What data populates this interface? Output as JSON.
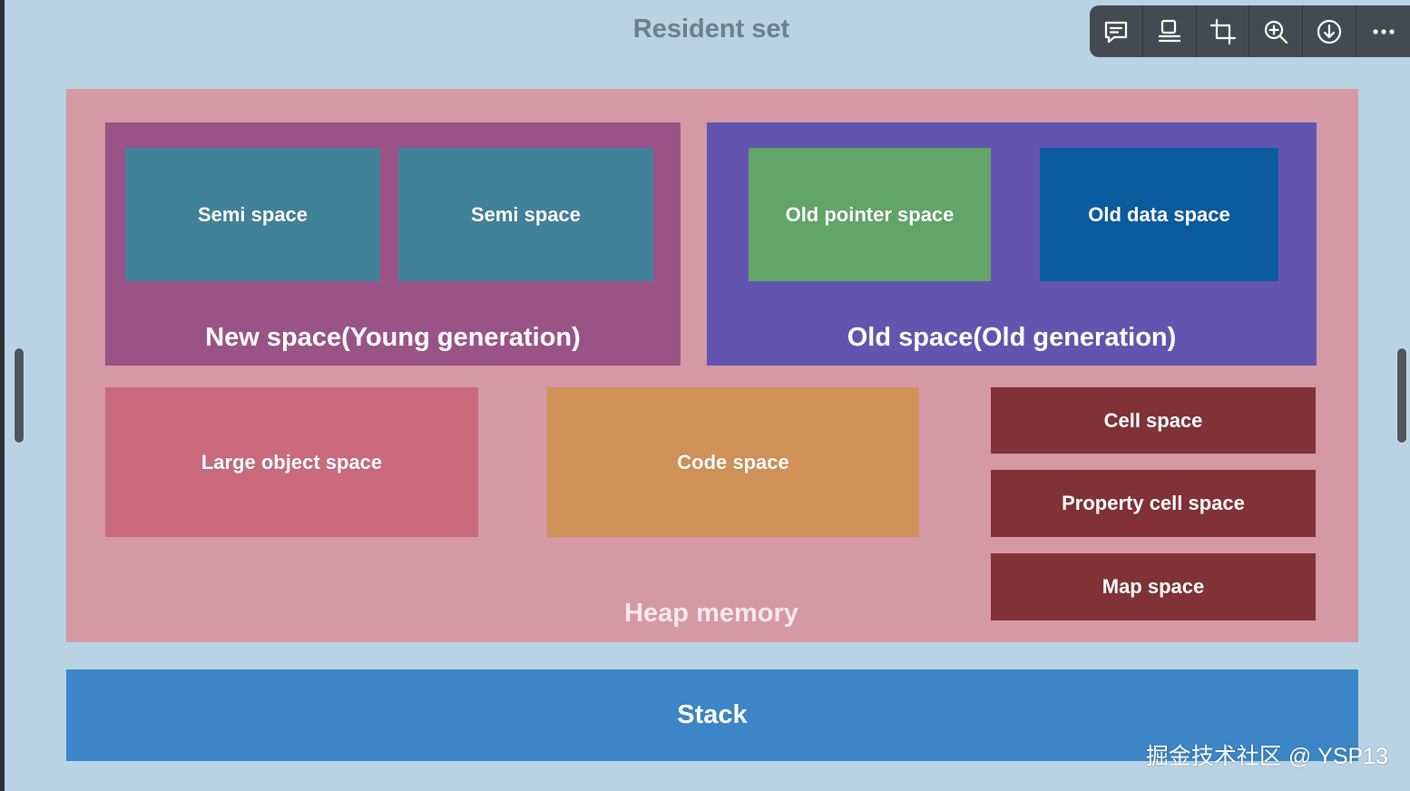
{
  "title": "Resident set",
  "toolbar": {
    "buttons": [
      {
        "icon": "comment-icon"
      },
      {
        "icon": "present-icon"
      },
      {
        "icon": "crop-icon"
      },
      {
        "icon": "zoom-in-icon"
      },
      {
        "icon": "download-icon"
      },
      {
        "icon": "more-icon"
      }
    ]
  },
  "diagram": {
    "heap_label": "Heap memory",
    "new_space": {
      "label": "New space(Young generation)",
      "children": [
        "Semi space",
        "Semi space"
      ]
    },
    "old_space": {
      "label": "Old space(Old generation)",
      "children": [
        "Old pointer space",
        "Old data space"
      ]
    },
    "large_object_space": "Large object space",
    "code_space": "Code space",
    "cell_space": "Cell space",
    "property_cell_space": "Property cell space",
    "map_space": "Map space",
    "stack": "Stack"
  },
  "watermark": "掘金技术社区 @ YSP13",
  "colors": {
    "background": "#b8d3e4",
    "heap": "#d598a5",
    "new_space": "#9a5386",
    "old_space": "#6354b0",
    "semi_space": "#41819a",
    "old_pointer_space": "#62a568",
    "old_data_space": "#0b5c9e",
    "large_object_space": "#c96b7d",
    "code_space": "#cf9157",
    "cell_spaces": "#803236",
    "stack": "#3c86c8"
  }
}
